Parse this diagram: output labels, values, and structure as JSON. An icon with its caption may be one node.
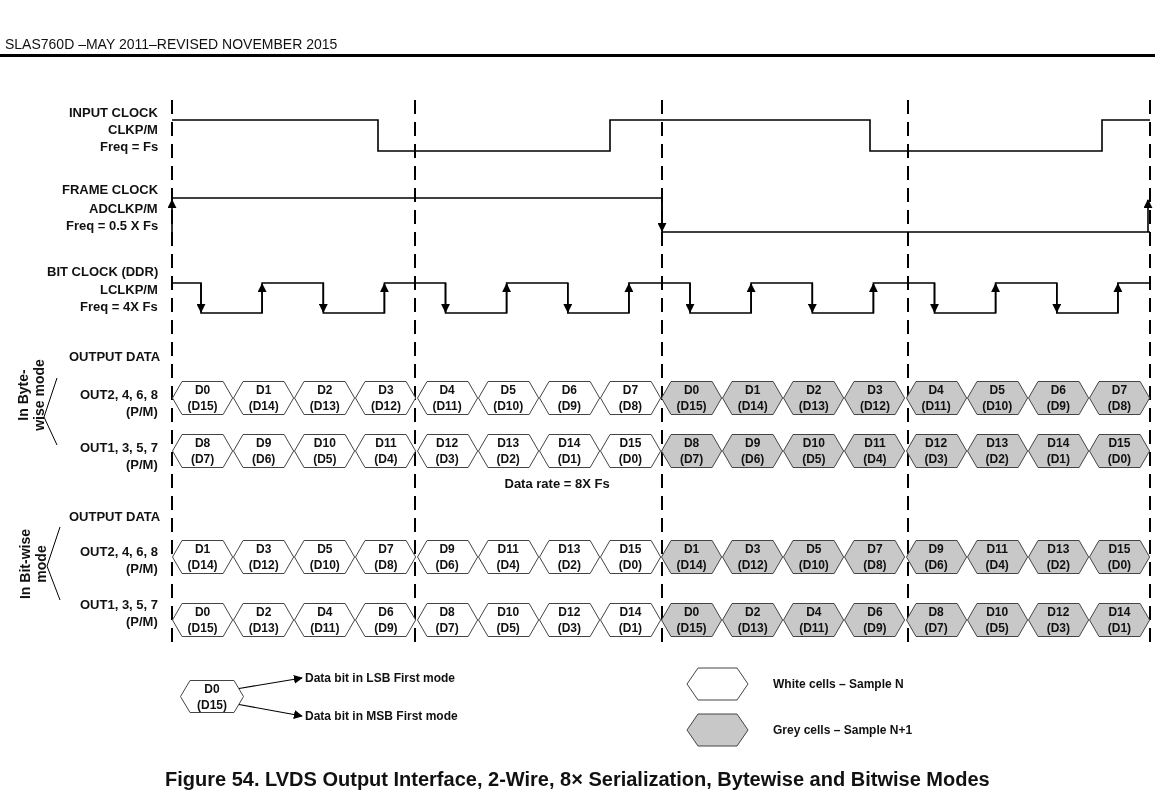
{
  "diagram": {
    "caption": "Figure 54.  LVDS Output Interface, 2-Wire, 8× Serialization, Bytewise and Bitwise Modes",
    "nodes": [
      {
        "text": [
          "D0",
          "(D15)"
        ]
      },
      {
        "text": [
          "D1",
          "(D14)"
        ]
      },
      {
        "text": [
          "D2",
          "(D13)"
        ]
      },
      {
        "text": [
          "D3",
          "(D12)"
        ]
      },
      {
        "text": [
          "D4",
          "(D11)"
        ]
      },
      {
        "text": [
          "D5",
          "(D10)"
        ]
      },
      {
        "text": [
          "D6",
          "(D9)"
        ]
      },
      {
        "text": [
          "D7",
          "(D8)"
        ]
      },
      {
        "text": [
          "D0",
          "(D15)"
        ]
      },
      {
        "text": [
          "D1",
          "(D14)"
        ]
      },
      {
        "text": [
          "D2",
          "(D13)"
        ]
      },
      {
        "text": [
          "D3",
          "(D12)"
        ]
      },
      {
        "text": [
          "D4",
          "(D11)"
        ]
      },
      {
        "text": [
          "D5",
          "(D10)"
        ]
      },
      {
        "text": [
          "D6",
          "(D9)"
        ]
      },
      {
        "text": [
          "D7",
          "(D8)"
        ]
      },
      {
        "text": [
          "D8",
          "(D7)"
        ]
      },
      {
        "text": [
          "D9",
          "(D6)"
        ]
      },
      {
        "text": [
          "D10",
          "(D5)"
        ]
      },
      {
        "text": [
          "D11",
          "(D4)"
        ]
      },
      {
        "text": [
          "D12",
          "(D3)"
        ]
      },
      {
        "text": [
          "D13",
          "(D2)"
        ]
      },
      {
        "text": [
          "D14",
          "(D1)"
        ]
      },
      {
        "text": [
          "D15",
          "(D0)"
        ]
      },
      {
        "text": [
          "D8",
          "(D7)"
        ]
      },
      {
        "text": [
          "D9",
          "(D6)"
        ]
      },
      {
        "text": [
          "D10",
          "(D5)"
        ]
      },
      {
        "text": [
          "D11",
          "(D4)"
        ]
      },
      {
        "text": [
          "D12",
          "(D3)"
        ]
      },
      {
        "text": [
          "D13",
          "(D2)"
        ]
      },
      {
        "text": [
          "D14",
          "(D1)"
        ]
      },
      {
        "text": [
          "D15",
          "(D0)"
        ]
      },
      {
        "text": [
          "D1",
          "(D14)"
        ]
      },
      {
        "text": [
          "D3",
          "(D12)"
        ]
      },
      {
        "text": [
          "D5",
          "(D10)"
        ]
      },
      {
        "text": [
          "D7",
          "(D8)"
        ]
      },
      {
        "text": [
          "D9",
          "(D6)"
        ]
      },
      {
        "text": [
          "D11",
          "(D4)"
        ]
      },
      {
        "text": [
          "D13",
          "(D2)"
        ]
      },
      {
        "text": [
          "D15",
          "(D0)"
        ]
      },
      {
        "text": [
          "D1",
          "(D14)"
        ]
      },
      {
        "text": [
          "D3",
          "(D12)"
        ]
      },
      {
        "text": [
          "D5",
          "(D10)"
        ]
      },
      {
        "text": [
          "D7",
          "(D8)"
        ]
      },
      {
        "text": [
          "D9",
          "(D6)"
        ]
      },
      {
        "text": [
          "D11",
          "(D4)"
        ]
      },
      {
        "text": [
          "D13",
          "(D2)"
        ]
      },
      {
        "text": [
          "D15",
          "(D0)"
        ]
      },
      {
        "text": [
          "D0",
          "(D15)"
        ]
      },
      {
        "text": [
          "D2",
          "(D13)"
        ]
      },
      {
        "text": [
          "D4",
          "(D11)"
        ]
      },
      {
        "text": [
          "D6",
          "(D9)"
        ]
      },
      {
        "text": [
          "D8",
          "(D7)"
        ]
      },
      {
        "text": [
          "D10",
          "(D5)"
        ]
      },
      {
        "text": [
          "D12",
          "(D3)"
        ]
      },
      {
        "text": [
          "D14",
          "(D1)"
        ]
      },
      {
        "text": [
          "D0",
          "(D15)"
        ]
      },
      {
        "text": [
          "D2",
          "(D13)"
        ]
      },
      {
        "text": [
          "D4",
          "(D11)"
        ]
      },
      {
        "text": [
          "D6",
          "(D9)"
        ]
      },
      {
        "text": [
          "D8",
          "(D7)"
        ]
      },
      {
        "text": [
          "D10",
          "(D5)"
        ]
      },
      {
        "text": [
          "D12",
          "(D3)"
        ]
      },
      {
        "text": [
          "D14",
          "(D1)"
        ]
      },
      {
        "text": [
          "D0",
          "(D15)"
        ]
      },
      {
        "text": [
          "Data bit in LSB First mode"
        ]
      },
      {
        "text": [
          "Data bit in MSB First mode"
        ]
      }
    ],
    "edges": [
      {
        "from": 64,
        "to": 65,
        "arrow": "to"
      },
      {
        "from": 64,
        "to": 66,
        "arrow": "to"
      }
    ],
    "labels": [
      "SLAS760D –MAY 2011–REVISED NOVEMBER 2015",
      "INPUT CLOCK",
      "CLKP/M",
      "Freq = Fs",
      "FRAME CLOCK",
      "ADCLKP/M",
      "Freq = 0.5 X Fs",
      "BIT CLOCK (DDR)",
      "LCLKP/M",
      "Freq = 4X Fs",
      "OUTPUT DATA",
      "In Byte-wise mode",
      "OUT2, 4, 6, 8",
      "(P/M)",
      "OUT1, 3, 5, 7",
      "(P/M)",
      "Data rate = 8X Fs",
      "OUTPUT DATA",
      "In Bit-wise mode",
      "OUT2, 4, 6, 8",
      "(P/M)",
      "OUT1, 3, 5, 7",
      "(P/M)"
    ],
    "legend": [
      {
        "text": "White cells – Sample N",
        "color": "#ffffff"
      },
      {
        "text": "Grey cells – Sample N+1",
        "color": "#c8c8c8"
      }
    ]
  }
}
